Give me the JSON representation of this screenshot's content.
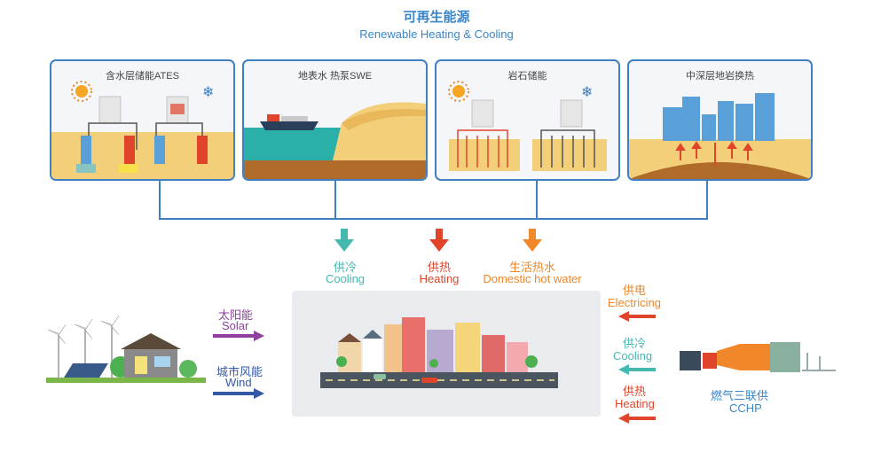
{
  "title": {
    "cn": "可再生能源",
    "en": "Renewable Heating & Cooling"
  },
  "panels": [
    {
      "label": "含水层储能ATES"
    },
    {
      "label": "地表水 热泵SWE"
    },
    {
      "label": "岩石储能"
    },
    {
      "label": "中深层地岩换热"
    }
  ],
  "flows": [
    {
      "cn": "供冷",
      "en": "Cooling",
      "color": "#45b8b0"
    },
    {
      "cn": "供热",
      "en": "Heating",
      "color": "#e0452b"
    },
    {
      "cn": "生活热水",
      "en": "Domestic hot water",
      "color": "#f0872a"
    }
  ],
  "left_sources": [
    {
      "cn": "太阳能",
      "en": "Solar",
      "color": "#8e3fa0"
    },
    {
      "cn": "城市风能",
      "en": "Wind",
      "color": "#3558a6"
    }
  ],
  "right_outputs": [
    {
      "cn": "供电",
      "en": "Electricing",
      "color": "#f0872a"
    },
    {
      "cn": "供冷",
      "en": "Cooling",
      "color": "#45b8b0"
    },
    {
      "cn": "供热",
      "en": "Heating",
      "color": "#e0452b"
    }
  ],
  "cchp": {
    "cn": "燃气三联供",
    "en": "CCHP",
    "color": "#3a86c8"
  },
  "colors": {
    "panel_border": "#3f7fc2",
    "connector": "#3f7fc2",
    "ground": "#f4cf7a",
    "sky_blue": "#5aa0d8"
  }
}
